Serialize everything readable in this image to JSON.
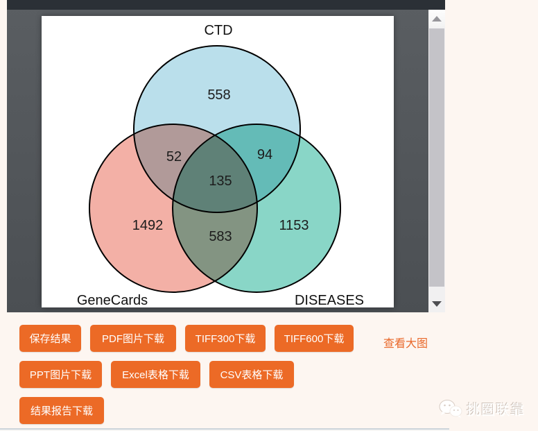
{
  "chart_data": {
    "type": "venn",
    "title": "CTD",
    "sets": [
      "CTD",
      "GeneCards",
      "DISEASES"
    ],
    "regions": [
      {
        "sets": [
          "CTD"
        ],
        "value": 558
      },
      {
        "sets": [
          "GeneCards"
        ],
        "value": 1492
      },
      {
        "sets": [
          "DISEASES"
        ],
        "value": 1153
      },
      {
        "sets": [
          "CTD",
          "GeneCards"
        ],
        "value": 52
      },
      {
        "sets": [
          "CTD",
          "DISEASES"
        ],
        "value": 94
      },
      {
        "sets": [
          "GeneCards",
          "DISEASES"
        ],
        "value": 583
      },
      {
        "sets": [
          "CTD",
          "GeneCards",
          "DISEASES"
        ],
        "value": 135
      }
    ],
    "colors": {
      "CTD": "#b4dce9",
      "GeneCards": "#f2a99e",
      "DISEASES": "#7fd2c2"
    }
  },
  "venn": {
    "labels": {
      "ctd": "CTD",
      "genecards": "GeneCards",
      "diseases": "DISEASES"
    },
    "counts": {
      "ctd_only": "558",
      "genecards_only": "1492",
      "diseases_only": "1153",
      "ctd_genecards": "52",
      "ctd_diseases": "94",
      "genecards_diseases": "583",
      "all_three": "135"
    }
  },
  "buttons": {
    "save": "保存结果",
    "pdf": "PDF图片下载",
    "tiff300": "TIFF300下载",
    "tiff600": "TIFF600下载",
    "view_large": "查看大图",
    "ppt": "PPT图片下载",
    "excel": "Excel表格下载",
    "csv": "CSV表格下载",
    "report": "结果报告下载"
  },
  "watermark": {
    "text": "挑圈联靠"
  },
  "colors": {
    "accent_orange": "#ec6a26",
    "link_orange": "#e9682a",
    "panel_dark": "#4f5357",
    "topbar_dark": "#2b3036",
    "page_background": "#fdf6f1",
    "scroll_thumb": "#c4c3c8"
  }
}
